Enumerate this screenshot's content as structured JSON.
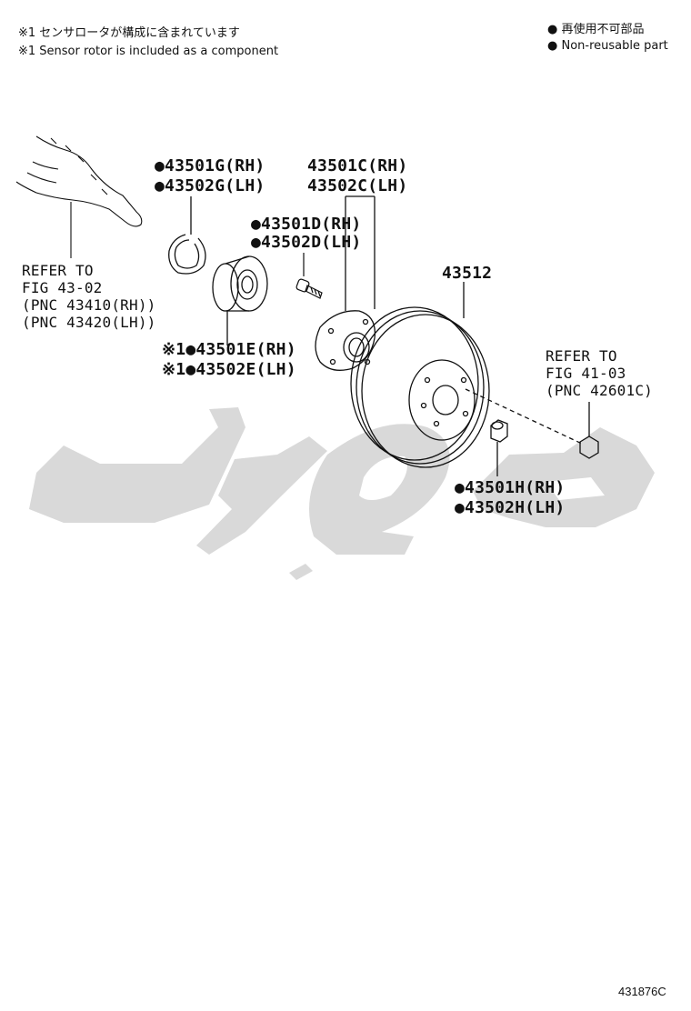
{
  "notes": {
    "jp_line": "※1 センサロータが構成に含まれています",
    "en_line": "※1 Sensor rotor is included as a component"
  },
  "legend": {
    "jp_line": "● 再使用不可部品",
    "en_line": "● Non-reusable part"
  },
  "labels": {
    "g_rh": "●43501G(RH)",
    "g_lh": "●43502G(LH)",
    "c_rh": "43501C(RH)",
    "c_lh": "43502C(LH)",
    "d_rh": "●43501D(RH)",
    "d_lh": "●43502D(LH)",
    "rotor": "43512",
    "e_rh": "※1●43501E(RH)",
    "e_lh": "※1●43502E(LH)",
    "h_rh": "●43501H(RH)",
    "h_lh": "●43502H(LH)"
  },
  "refer_left": {
    "line1": "REFER TO",
    "line2": "FIG 43-02",
    "line3": "(PNC 43410(RH))",
    "line4": "(PNC 43420(LH))"
  },
  "refer_right": {
    "line1": "REFER TO",
    "line2": "FIG 41-03",
    "line3": "(PNC 42601C)"
  },
  "figure_id": "431876C",
  "colors": {
    "line": "#111111",
    "watermark": "#d9d9d9"
  }
}
